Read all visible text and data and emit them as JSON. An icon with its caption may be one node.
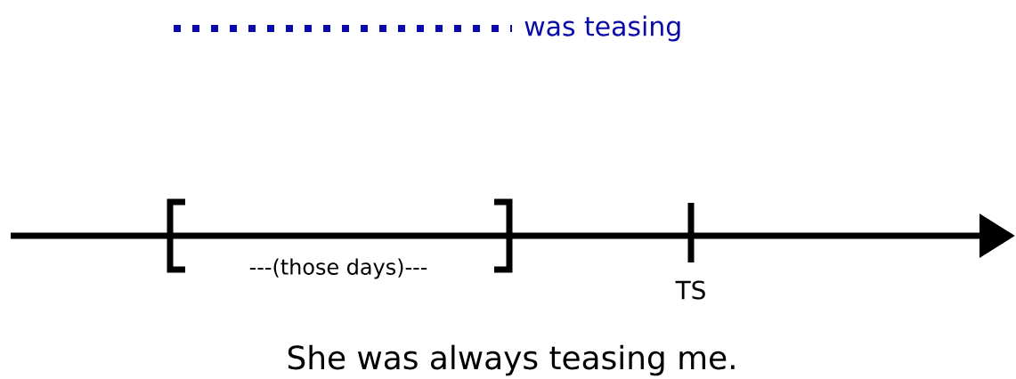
{
  "diagram": {
    "caption": "She was always teasing me.",
    "labels": [
      "---(those days)---",
      "TS"
    ],
    "legend": [
      {
        "text": "was teasing"
      }
    ]
  }
}
